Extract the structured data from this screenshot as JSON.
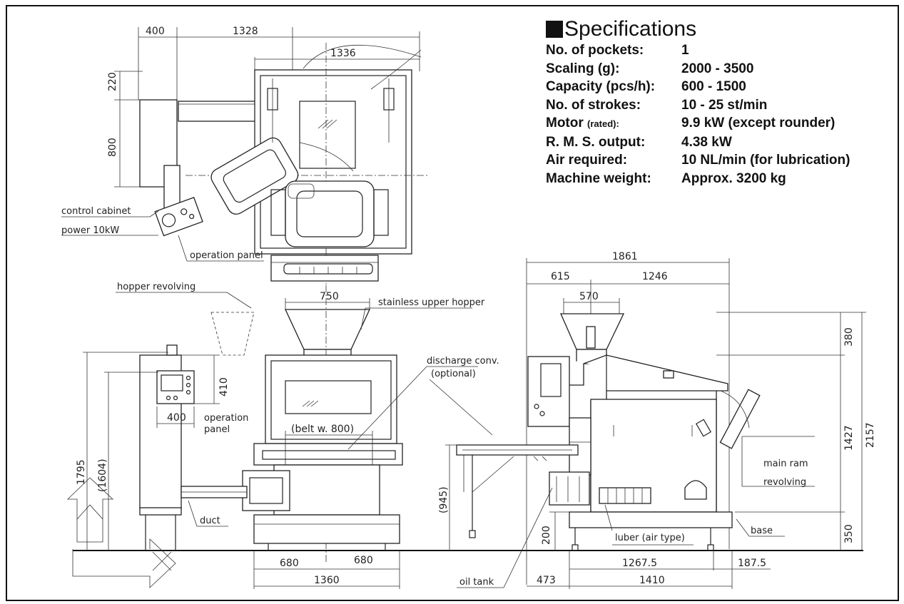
{
  "specs": {
    "title": "Specifications",
    "rows": [
      {
        "label": "No. of pockets:",
        "value": "1"
      },
      {
        "label": "Scaling (g):",
        "value": "2000 - 3500"
      },
      {
        "label": "Capacity (pcs/h):",
        "value": "600 - 1500"
      },
      {
        "label": "No. of strokes:",
        "value": "10 - 25 st/min"
      },
      {
        "label_main": "Motor",
        "label_small": "(rated):",
        "value": "9.9 kW (except rounder)"
      },
      {
        "label": "R. M. S. output:",
        "value": "4.38 kW"
      },
      {
        "label": "Air required:",
        "value": "10 NL/min (for lubrication)"
      },
      {
        "label": "Machine weight:",
        "value": "Approx. 3200 kg"
      }
    ]
  },
  "top_view": {
    "dims": {
      "cabinet_w": "400",
      "body_w": "1328",
      "overall_w": "1336",
      "offset_h": "220",
      "cabinet_h": "800"
    },
    "labels": {
      "control_cabinet": "control cabinet",
      "power": "power 10kW",
      "operation_panel": "operation panel"
    }
  },
  "front_view": {
    "dims": {
      "hopper_w": "750",
      "panel_h": "410",
      "panel_w": "400",
      "belt": "(belt w. 800)",
      "overall_h": "1795",
      "overall_h_ref": "(1604)",
      "half_left": "680",
      "half_right": "680",
      "base_w": "1360"
    },
    "labels": {
      "hopper_revolving": "hopper revolving",
      "upper_hopper": "stainless upper hopper",
      "discharge_conv": "discharge conv.",
      "optional": "(optional)",
      "operation": "operation",
      "panel": "panel",
      "duct": "duct"
    }
  },
  "side_view": {
    "dims": {
      "overall_l": "1861",
      "front_offset": "615",
      "body_l": "1246",
      "hopper_w": "570",
      "hopper_h": "380",
      "body_h": "1427",
      "total_h": "2157",
      "base_h": "350",
      "conv_h": "(945)",
      "leg_h": "200",
      "base_l": "1267.5",
      "rear_offset": "187.5",
      "front_base": "473",
      "base_total": "1410"
    },
    "labels": {
      "main_ram": "main ram",
      "revolving": "revolving",
      "base": "base",
      "luber": "luber (air type)",
      "oil_tank": "oil tank"
    }
  },
  "colors": {
    "ink": "#222222",
    "paper": "#ffffff"
  }
}
